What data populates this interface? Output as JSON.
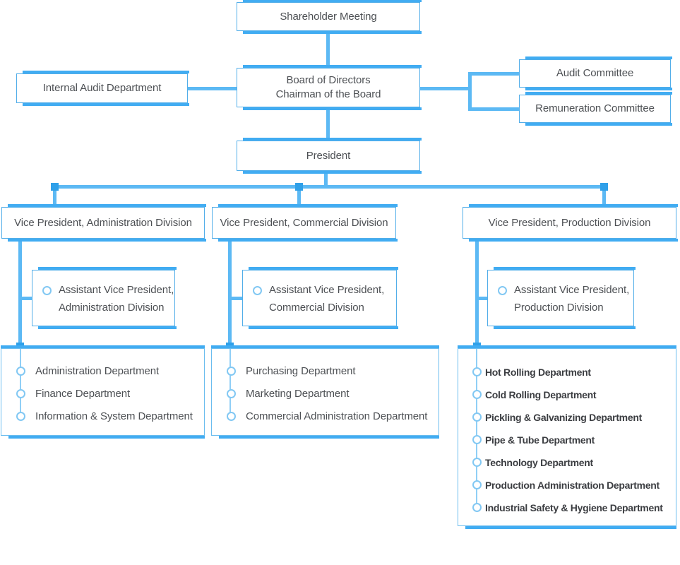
{
  "org": {
    "shareholder": "Shareholder Meeting",
    "board_line1": "Board of Directors",
    "board_line2": "Chairman of the Board",
    "internal_audit": "Internal Audit Department",
    "audit_committee": "Audit Committee",
    "remuneration_committee": "Remuneration Committee",
    "president": "President"
  },
  "divisions": [
    {
      "vp": "Vice President, Administration Division",
      "avp_line1": "Assistant Vice President,",
      "avp_line2": "Administration Division",
      "departments": [
        "Administration Department",
        "Finance Department",
        "Information & System Department"
      ]
    },
    {
      "vp": "Vice President, Commercial Division",
      "avp_line1": "Assistant Vice President,",
      "avp_line2": "Commercial Division",
      "departments": [
        "Purchasing Department",
        "Marketing Department",
        "Commercial Administration Department"
      ]
    },
    {
      "vp": "Vice President, Production Division",
      "avp_line1": "Assistant Vice President,",
      "avp_line2": "Production Division",
      "departments": [
        "Hot Rolling Department",
        "Cold Rolling Department",
        "Pickling & Galvanizing Department",
        "Pipe & Tube Department",
        "Technology Department",
        "Production Administration Department",
        "Industrial Safety & Hygiene Department"
      ]
    }
  ],
  "colors": {
    "connector_line": "#5cb9f4",
    "junction_node": "#2fa0e9",
    "accent_bar": "#41acf2",
    "box_border": "#52aee9",
    "list_box_border": "#6bbdef",
    "bullet_ring": "#82c8f3",
    "text": "#4d5054",
    "bold_text": "#3b3d41"
  }
}
